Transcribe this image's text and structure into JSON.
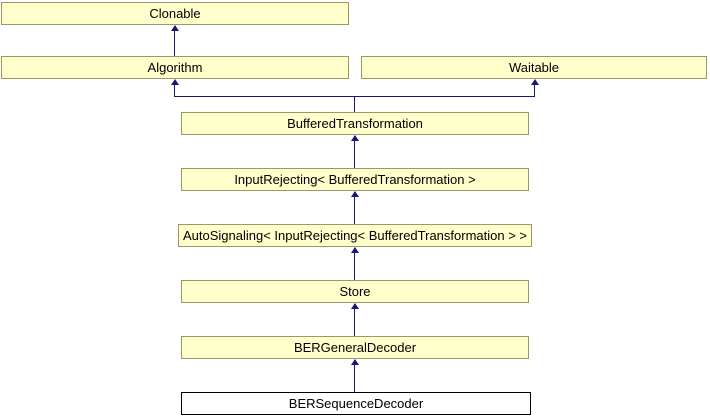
{
  "diagram": {
    "type": "class-inheritance-diagram",
    "colors": {
      "node_fill": "#FFFFCC",
      "node_border": "#999966",
      "current_node_fill": "#FFFFFF",
      "current_node_border": "#000000",
      "edge": "#191970",
      "text": "#000000",
      "background": "#FFFFFF"
    },
    "nodes": [
      {
        "id": "clonable",
        "label": "Clonable",
        "current": false
      },
      {
        "id": "algorithm",
        "label": "Algorithm",
        "current": false
      },
      {
        "id": "waitable",
        "label": "Waitable",
        "current": false
      },
      {
        "id": "buffered-transformation",
        "label": "BufferedTransformation",
        "current": false
      },
      {
        "id": "input-rejecting",
        "label": "InputRejecting< BufferedTransformation >",
        "current": false
      },
      {
        "id": "auto-signaling",
        "label": "AutoSignaling< InputRejecting< BufferedTransformation > >",
        "current": false
      },
      {
        "id": "store",
        "label": "Store",
        "current": false
      },
      {
        "id": "ber-general-decoder",
        "label": "BERGeneralDecoder",
        "current": false
      },
      {
        "id": "ber-sequence-decoder",
        "label": "BERSequenceDecoder",
        "current": true
      }
    ],
    "edges": [
      {
        "from": "Algorithm",
        "to": "Clonable"
      },
      {
        "from": "BufferedTransformation",
        "to": "Algorithm"
      },
      {
        "from": "BufferedTransformation",
        "to": "Waitable"
      },
      {
        "from": "InputRejecting< BufferedTransformation >",
        "to": "BufferedTransformation"
      },
      {
        "from": "AutoSignaling< InputRejecting< BufferedTransformation > >",
        "to": "InputRejecting< BufferedTransformation >"
      },
      {
        "from": "Store",
        "to": "AutoSignaling< InputRejecting< BufferedTransformation > >"
      },
      {
        "from": "BERGeneralDecoder",
        "to": "Store"
      },
      {
        "from": "BERSequenceDecoder",
        "to": "BERGeneralDecoder"
      }
    ]
  }
}
